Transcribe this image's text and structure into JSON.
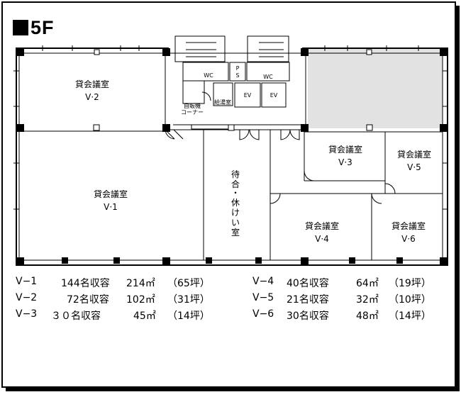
{
  "floor": {
    "label": "5F"
  },
  "rooms": [
    {
      "id": "V-2",
      "name": "貸会議室",
      "code": "V·2"
    },
    {
      "id": "V-1",
      "name": "貸会議室",
      "code": "V·1"
    },
    {
      "id": "V-3",
      "name": "貸会議室",
      "code": "V·3"
    },
    {
      "id": "V-5",
      "name": "貸会議室",
      "code": "V·5"
    },
    {
      "id": "V-4",
      "name": "貸会議室",
      "code": "V·4"
    },
    {
      "id": "V-6",
      "name": "貸会議室",
      "code": "V·6"
    }
  ],
  "facilities": {
    "waiting_room": [
      "待",
      "合",
      "・",
      "休",
      "け",
      "い",
      "室"
    ],
    "wc": "WC",
    "ps": [
      "P",
      "S"
    ],
    "ev": "EV",
    "vending": [
      "自販機",
      "コーナー"
    ],
    "kitchen": "給湯室"
  },
  "capacity": {
    "left": [
      {
        "room": "V−1",
        "people": "144名収容",
        "area": "214㎡",
        "tsubo": "（65坪）"
      },
      {
        "room": "V−2",
        "people": "72名収容",
        "area": "102㎡",
        "tsubo": "（31坪）"
      },
      {
        "room": "V−3",
        "people": "３０名収容",
        "area": "45㎡",
        "tsubo": "（14坪）"
      }
    ],
    "right": [
      {
        "room": "V−4",
        "people": "40名収容",
        "area": "64㎡",
        "tsubo": "（19坪）"
      },
      {
        "room": "V−5",
        "people": "21名収容",
        "area": "32㎡",
        "tsubo": "（10坪）"
      },
      {
        "room": "V−6",
        "people": "30名収容",
        "area": "48㎡",
        "tsubo": "（14坪）"
      }
    ]
  },
  "colors": {
    "line": "#000000",
    "shaded": "#e2e2e2",
    "background": "#ffffff"
  }
}
